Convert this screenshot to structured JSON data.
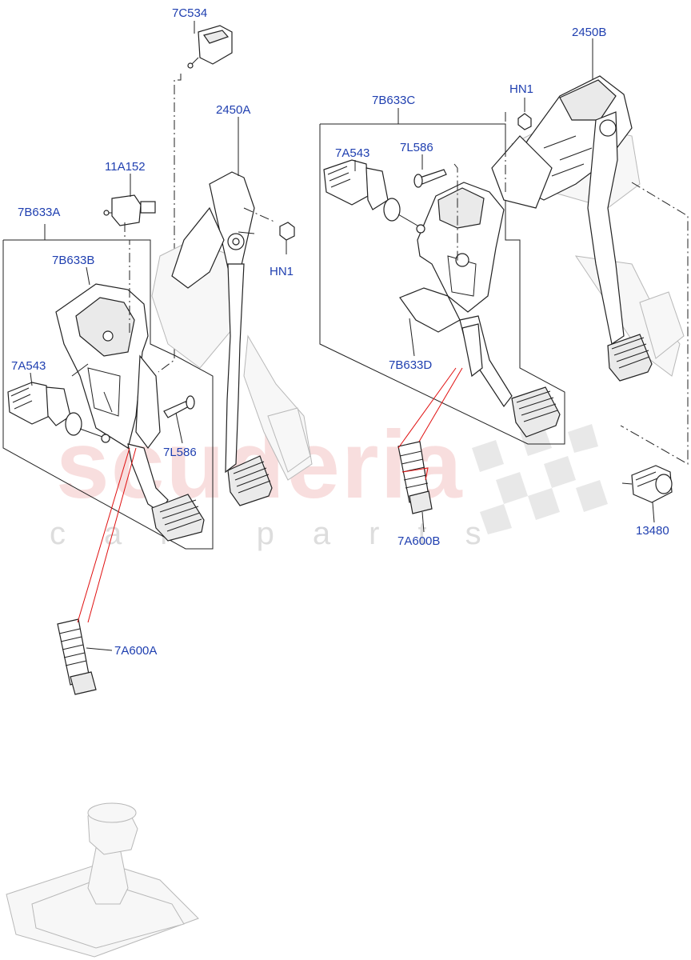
{
  "callouts": {
    "c_7C534": "7C534",
    "c_2450B": "2450B",
    "c_HN1_right": "HN1",
    "c_7B633C": "7B633C",
    "c_2450A": "2450A",
    "c_7A543_right": "7A543",
    "c_7L586_right": "7L586",
    "c_11A152": "11A152",
    "c_7B633A": "7B633A",
    "c_HN1_left": "HN1",
    "c_7B633B": "7B633B",
    "c_7B633D": "7B633D",
    "c_7A543_left": "7A543",
    "c_7L586_left": "7L586",
    "c_13480": "13480",
    "c_7A600B": "7A600B",
    "c_7A600A": "7A600A"
  },
  "watermark": {
    "main": "scuderia",
    "sub": "car parts"
  },
  "colors": {
    "callout": "#1f3fb0",
    "leader": "#222222",
    "highlight": "#e01010",
    "watermark": "#f4c4c4"
  }
}
